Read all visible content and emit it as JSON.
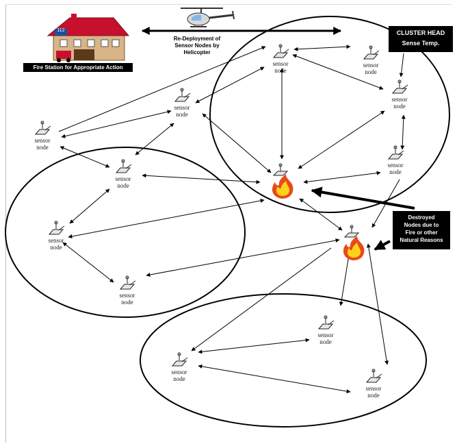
{
  "fire_station_label": "Fire Station for Appropriate Action",
  "station_sign": "112",
  "helicopter_caption": [
    "Re-Deployment of",
    "Sensor Nodes by",
    "Helicopter"
  ],
  "cluster_head_box": [
    "CLUSTER HEAD",
    "Sense Temp."
  ],
  "destroyed_caption": [
    "Destroyed",
    "Nodes due to",
    "Fire or other",
    "Natural Reasons"
  ],
  "node_label_line1": "sensor",
  "node_label_line2": "node",
  "colors": {
    "roof": "#c8102e",
    "wall": "#d8b488",
    "flame_outer": "#e84a1a",
    "flame_inner": "#ffd21a",
    "box": "#000000"
  },
  "icons": [
    "fire-station-icon",
    "helicopter-icon",
    "sensor-node-icon",
    "fire-icon"
  ]
}
